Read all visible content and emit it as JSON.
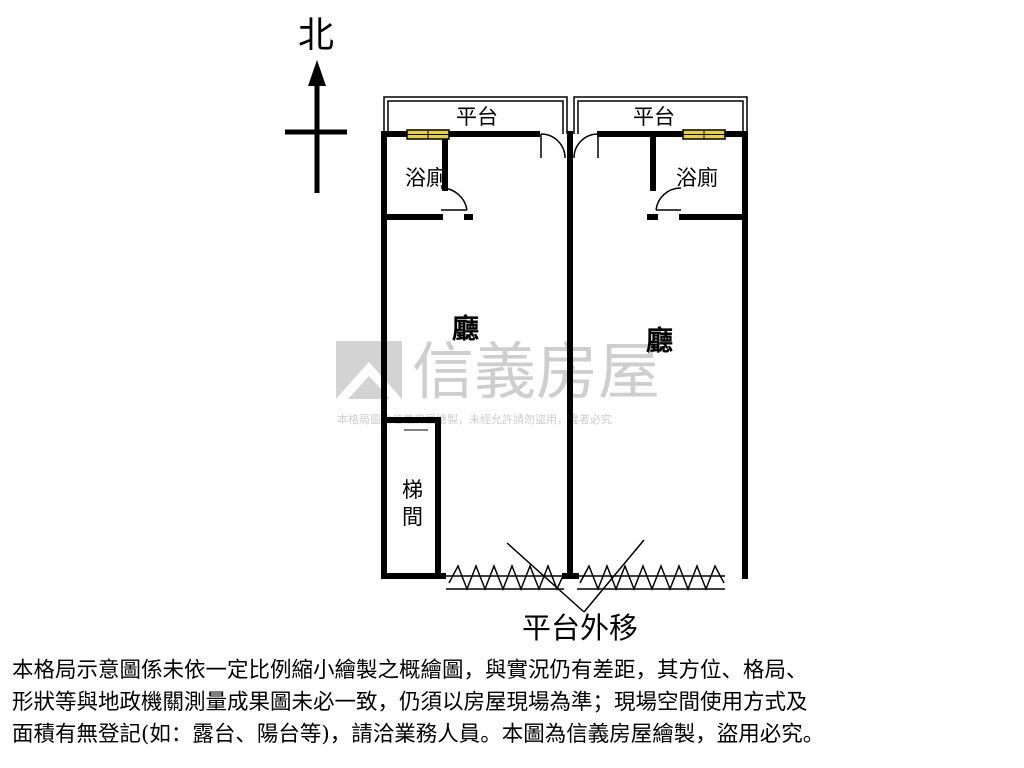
{
  "compass": {
    "north_label": "北"
  },
  "left_unit": {
    "balcony_label": "平台",
    "bathroom_label": "浴廁",
    "hall_label": "廳",
    "stair_label_line1": "梯",
    "stair_label_line2": "間"
  },
  "right_unit": {
    "balcony_label": "平台",
    "bathroom_label": "浴廁",
    "hall_label": "廳"
  },
  "relocation_label": "平台外移",
  "watermark": {
    "brand": "信義房屋",
    "notice": "本格局圖為信義房屋繪製，未經允許請勿盜用，違者必究"
  },
  "disclaimer": {
    "line1": "本格局示意圖係未依一定比例縮小繪製之概繪圖，與實況仍有差距，其方位、格局、",
    "line2": "形狀等與地政機關測量成果圖未必一致，仍須以房屋現場為準；現場空間使用方式及",
    "line3": "面積有無登記(如：露台、陽台等)，請洽業務人員。本圖為信義房屋繪製，盜用必究。"
  },
  "colors": {
    "wall": "#000000",
    "window_fill": "#e8d23a",
    "watermark": "#c9c9c9",
    "background": "#ffffff"
  }
}
